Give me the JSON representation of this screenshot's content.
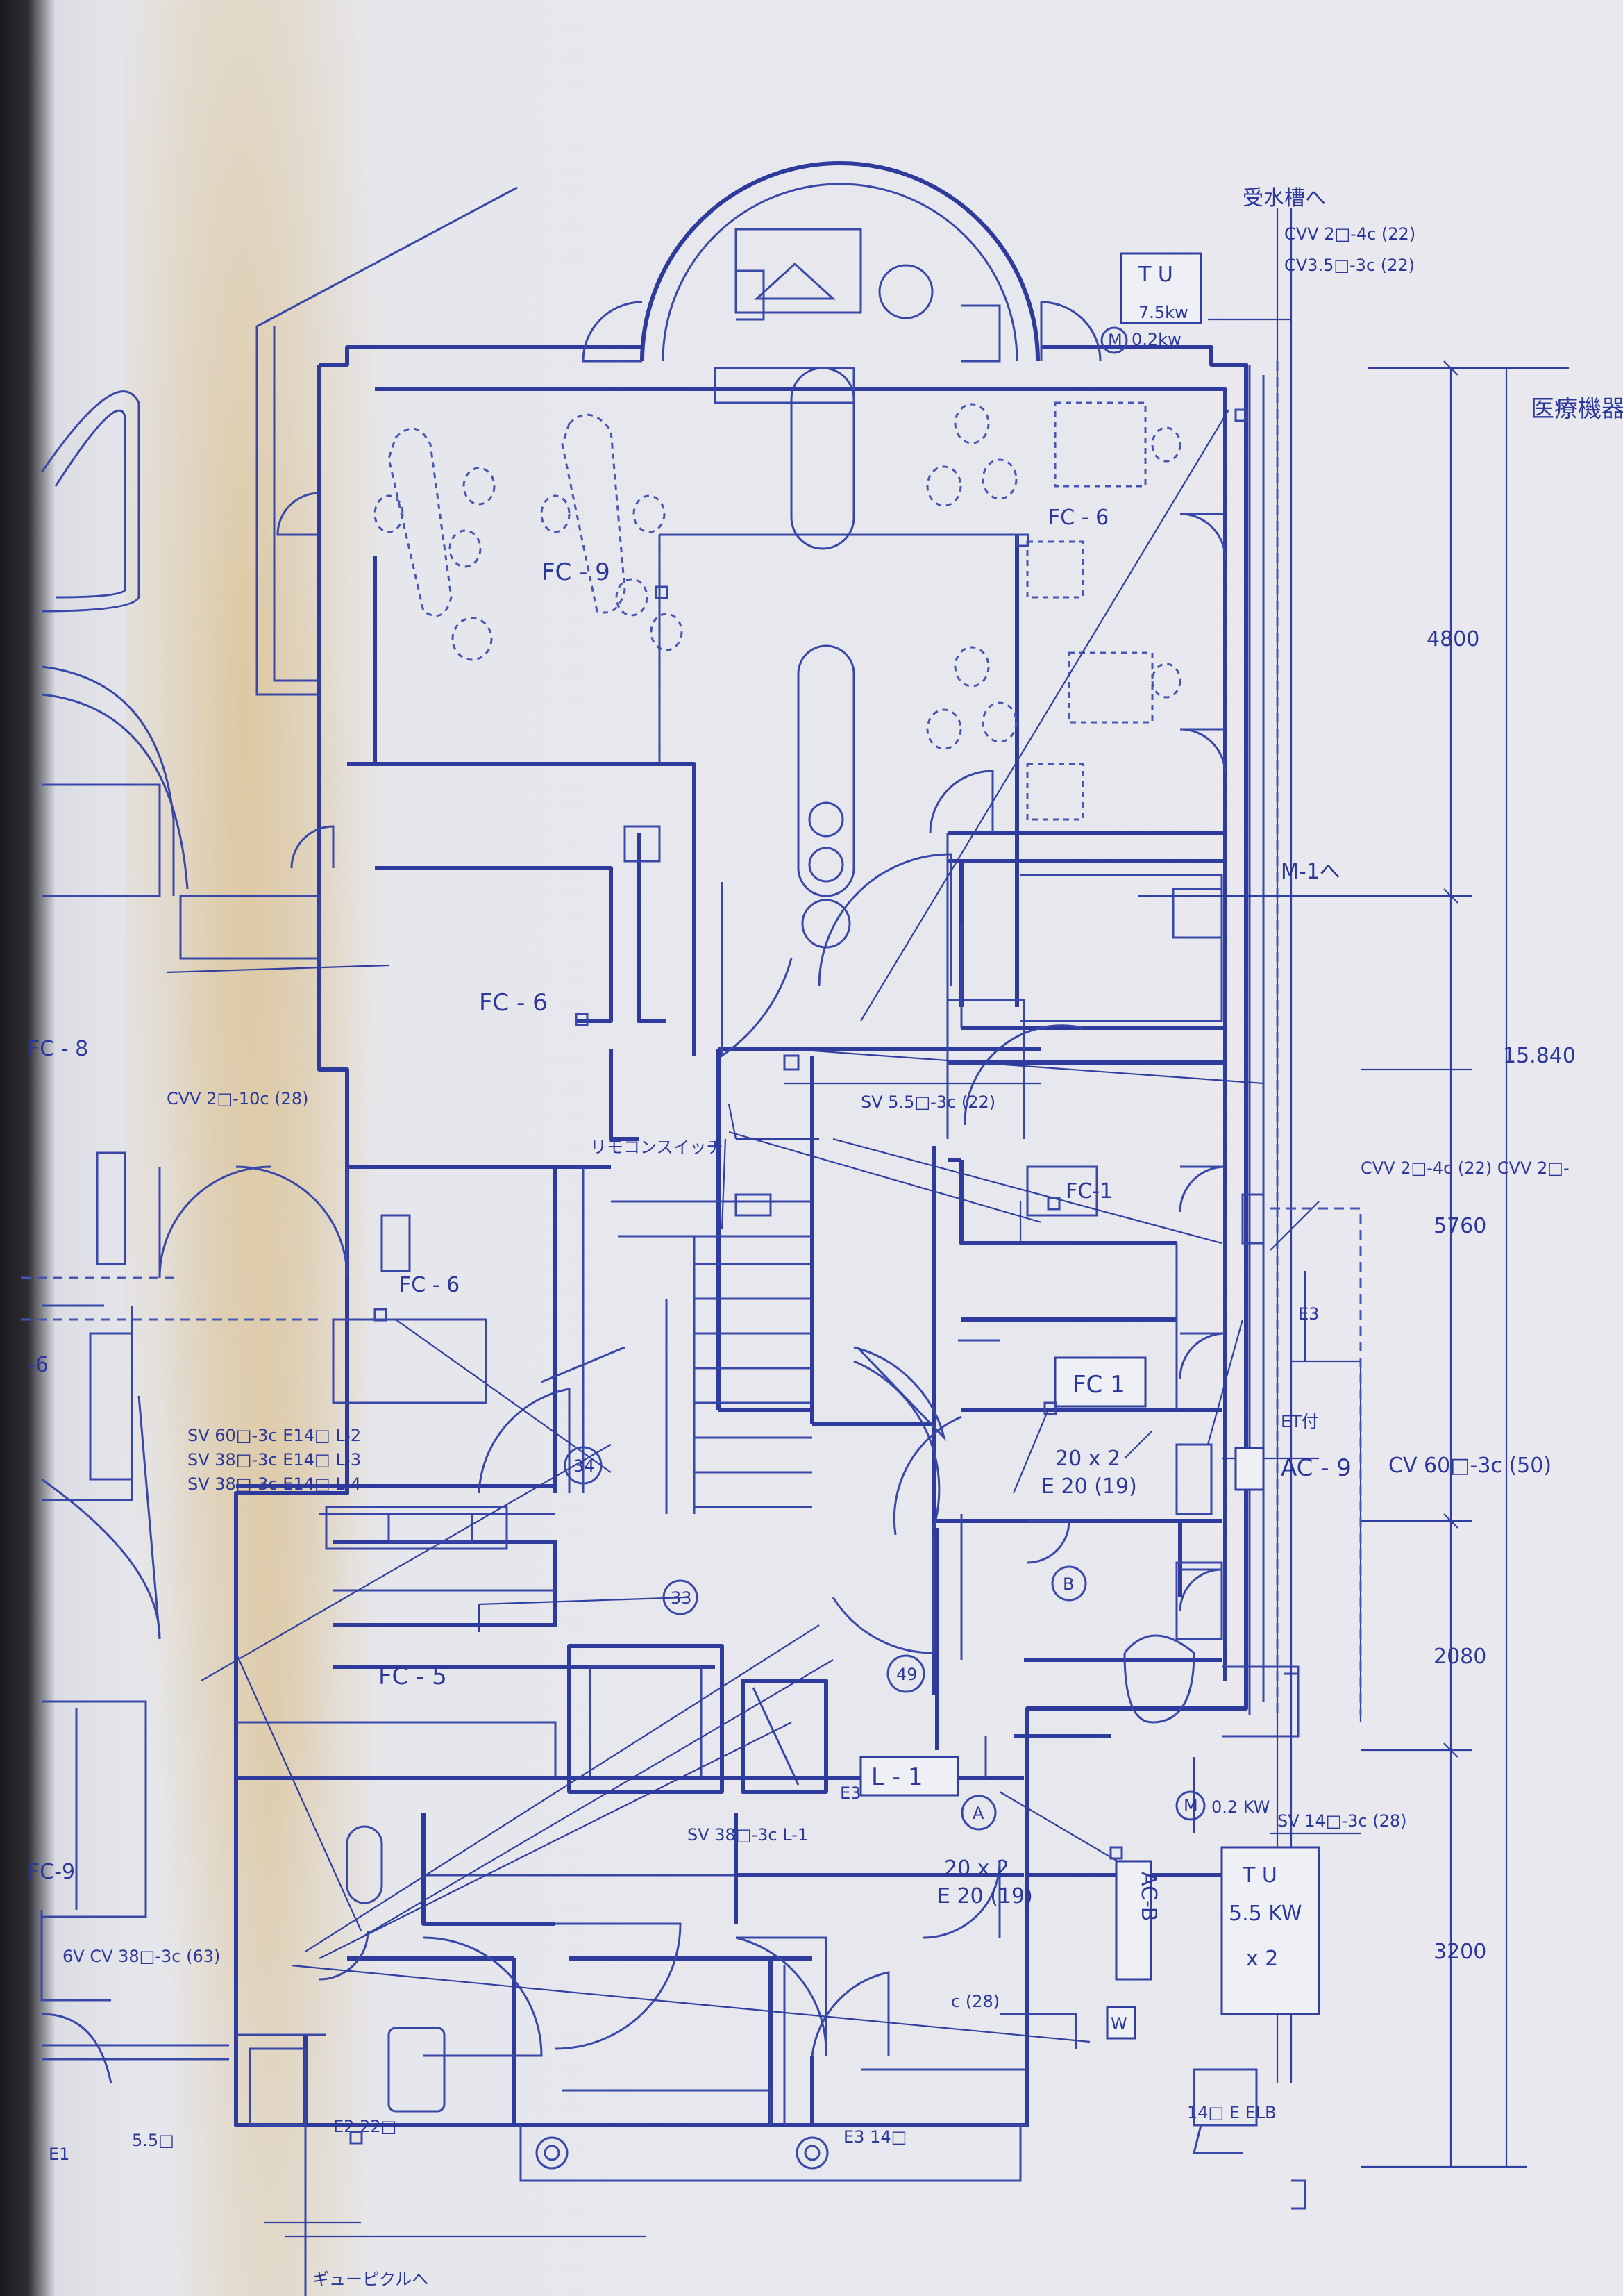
{
  "labels": {
    "water_tank": "受水槽へ",
    "cvv_top": "CVV 2□-4c (22)",
    "cv35": "CV3.5□-3c (22)",
    "tu_top": "T U",
    "tu_top_kw": "7.5kw",
    "motor_top_kw": "0.2kw",
    "motor_symbol": "M",
    "medical": "医療機器",
    "dim_4800": "4800",
    "dim_15840": "15.840",
    "dim_5760": "5760",
    "dim_2080": "2080",
    "dim_3200": "3200",
    "fc9_top": "FC - 9",
    "fc6_top_right": "FC - 6",
    "fc6_mid": "FC - 6",
    "fc6_lower": "FC - 6",
    "fc8_left": "FC - 8",
    "fc6_left": "-6",
    "fc9_left": "FC-9",
    "m1": "M-1へ",
    "cvv_10c": "CVV 2□-10c (28)",
    "sv55": "SV 5.5□-3c (22)",
    "remote": "リモコンスイッチ",
    "cvv_right": "CVV 2□-4c (22)   CVV 2□-",
    "fc1_top": "FC-1",
    "e3_top": "E3",
    "fc1_box": "FC 1",
    "et": "ET付",
    "sv60_line": "SV 60□-3c E14□   L-2",
    "sv38_line1": "SV 38□-3c E14□   L-3",
    "sv38_line2": "SV 38□-3c E14□   L-4",
    "circle34": "34",
    "pipe_20x2_a": "20 x 2",
    "pipe_e20_a": "E 20  (19)",
    "ac9": "AC - 9",
    "cv60": "CV 60□-3c (50)",
    "circle33": "33",
    "circleB": "B",
    "fc5": "FC - 5",
    "circle49": "49",
    "l1_box": "L - 1",
    "e3_mid": "E3",
    "motor_bottom_kw": "0.2 KW",
    "sv14": "SV 14□-3c (28)",
    "circleA": "A",
    "sv38_l1": "SV 38□-3c   L-1",
    "pipe_20x2_b": "20 x 2",
    "pipe_e20_b": "E  20 (19)",
    "acb": "AC-B",
    "tu_bottom": "T U",
    "tu_bottom_kw": "5.5 KW",
    "tu_bottom_x2": "x 2",
    "cv38_63": "6V CV 38□-3c (63)",
    "c28": "c (28)",
    "w_box": "W",
    "e1": "E1",
    "e1_val": "5.5□",
    "e2": "E2  22□",
    "e3_bottom": "E3 14□",
    "elb": "14□ E  ELB",
    "tube": "ギューピクルへ"
  }
}
